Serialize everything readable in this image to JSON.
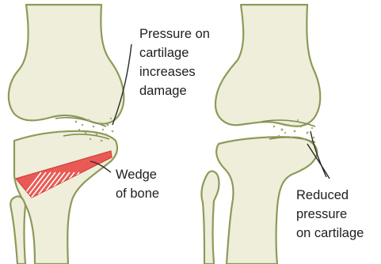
{
  "labels": {
    "pressure_increase": [
      "Pressure on",
      "cartilage",
      "increases",
      "damage"
    ],
    "wedge": [
      "Wedge",
      "of bone"
    ],
    "pressure_reduced": [
      "Reduced",
      "pressure",
      "on cartilage"
    ]
  },
  "colors": {
    "bone_fill": "#efeedb",
    "bone_outline": "#8e9a57",
    "wedge": "#ea5a54",
    "text": "#1e1e1e"
  }
}
